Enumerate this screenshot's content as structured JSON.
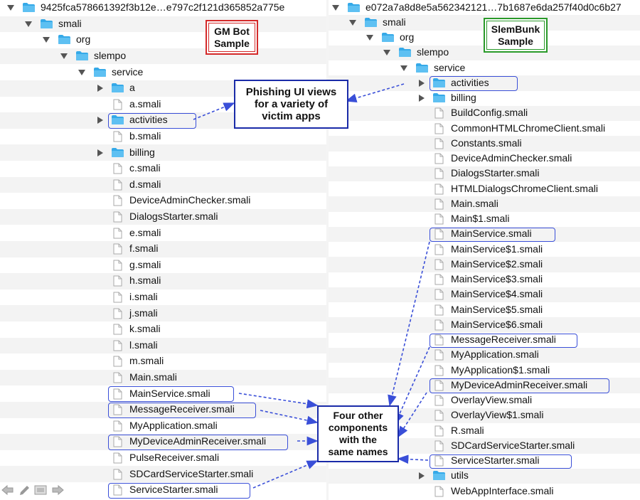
{
  "left_tree": {
    "rows": [
      {
        "label": "9425fca578661392f3b12e…e797c2f121d365852a775e",
        "type": "folder",
        "depth": 0,
        "state": "open"
      },
      {
        "label": "smali",
        "type": "folder",
        "depth": 1,
        "state": "open"
      },
      {
        "label": "org",
        "type": "folder",
        "depth": 2,
        "state": "open"
      },
      {
        "label": "slempo",
        "type": "folder",
        "depth": 3,
        "state": "open"
      },
      {
        "label": "service",
        "type": "folder",
        "depth": 4,
        "state": "open"
      },
      {
        "label": "a",
        "type": "folder",
        "depth": 5,
        "state": "closed"
      },
      {
        "label": "a.smali",
        "type": "file",
        "depth": 5
      },
      {
        "label": "activities",
        "type": "folder",
        "depth": 5,
        "state": "closed",
        "highlight": true
      },
      {
        "label": "b.smali",
        "type": "file",
        "depth": 5
      },
      {
        "label": "billing",
        "type": "folder",
        "depth": 5,
        "state": "closed"
      },
      {
        "label": "c.smali",
        "type": "file",
        "depth": 5
      },
      {
        "label": "d.smali",
        "type": "file",
        "depth": 5
      },
      {
        "label": "DeviceAdminChecker.smali",
        "type": "file",
        "depth": 5
      },
      {
        "label": "DialogsStarter.smali",
        "type": "file",
        "depth": 5
      },
      {
        "label": "e.smali",
        "type": "file",
        "depth": 5
      },
      {
        "label": "f.smali",
        "type": "file",
        "depth": 5
      },
      {
        "label": "g.smali",
        "type": "file",
        "depth": 5
      },
      {
        "label": "h.smali",
        "type": "file",
        "depth": 5
      },
      {
        "label": "i.smali",
        "type": "file",
        "depth": 5
      },
      {
        "label": "j.smali",
        "type": "file",
        "depth": 5
      },
      {
        "label": "k.smali",
        "type": "file",
        "depth": 5
      },
      {
        "label": "l.smali",
        "type": "file",
        "depth": 5
      },
      {
        "label": "m.smali",
        "type": "file",
        "depth": 5
      },
      {
        "label": "Main.smali",
        "type": "file",
        "depth": 5
      },
      {
        "label": "MainService.smali",
        "type": "file",
        "depth": 5,
        "highlight": true
      },
      {
        "label": "MessageReceiver.smali",
        "type": "file",
        "depth": 5,
        "highlight": true
      },
      {
        "label": "MyApplication.smali",
        "type": "file",
        "depth": 5
      },
      {
        "label": "MyDeviceAdminReceiver.smali",
        "type": "file",
        "depth": 5,
        "highlight": true
      },
      {
        "label": "PulseReceiver.smali",
        "type": "file",
        "depth": 5
      },
      {
        "label": "SDCardServiceStarter.smali",
        "type": "file",
        "depth": 5
      },
      {
        "label": "ServiceStarter.smali",
        "type": "file",
        "depth": 5,
        "highlight": true
      }
    ]
  },
  "right_tree": {
    "rows": [
      {
        "label": "e072a7a8d8e5a562342121…7b1687e6da257f40d0c6b27",
        "type": "folder",
        "depth": 0,
        "state": "open"
      },
      {
        "label": "smali",
        "type": "folder",
        "depth": 1,
        "state": "open"
      },
      {
        "label": "org",
        "type": "folder",
        "depth": 2,
        "state": "open"
      },
      {
        "label": "slempo",
        "type": "folder",
        "depth": 3,
        "state": "open"
      },
      {
        "label": "service",
        "type": "folder",
        "depth": 4,
        "state": "open"
      },
      {
        "label": "activities",
        "type": "folder",
        "depth": 5,
        "state": "closed",
        "highlight": true
      },
      {
        "label": "billing",
        "type": "folder",
        "depth": 5,
        "state": "closed"
      },
      {
        "label": "BuildConfig.smali",
        "type": "file",
        "depth": 5
      },
      {
        "label": "CommonHTMLChromeClient.smali",
        "type": "file",
        "depth": 5
      },
      {
        "label": "Constants.smali",
        "type": "file",
        "depth": 5
      },
      {
        "label": "DeviceAdminChecker.smali",
        "type": "file",
        "depth": 5
      },
      {
        "label": "DialogsStarter.smali",
        "type": "file",
        "depth": 5
      },
      {
        "label": "HTMLDialogsChromeClient.smali",
        "type": "file",
        "depth": 5
      },
      {
        "label": "Main.smali",
        "type": "file",
        "depth": 5
      },
      {
        "label": "Main$1.smali",
        "type": "file",
        "depth": 5
      },
      {
        "label": "MainService.smali",
        "type": "file",
        "depth": 5,
        "highlight": true
      },
      {
        "label": "MainService$1.smali",
        "type": "file",
        "depth": 5
      },
      {
        "label": "MainService$2.smali",
        "type": "file",
        "depth": 5
      },
      {
        "label": "MainService$3.smali",
        "type": "file",
        "depth": 5
      },
      {
        "label": "MainService$4.smali",
        "type": "file",
        "depth": 5
      },
      {
        "label": "MainService$5.smali",
        "type": "file",
        "depth": 5
      },
      {
        "label": "MainService$6.smali",
        "type": "file",
        "depth": 5
      },
      {
        "label": "MessageReceiver.smali",
        "type": "file",
        "depth": 5,
        "highlight": true
      },
      {
        "label": "MyApplication.smali",
        "type": "file",
        "depth": 5
      },
      {
        "label": "MyApplication$1.smali",
        "type": "file",
        "depth": 5
      },
      {
        "label": "MyDeviceAdminReceiver.smali",
        "type": "file",
        "depth": 5,
        "highlight": true
      },
      {
        "label": "OverlayView.smali",
        "type": "file",
        "depth": 5
      },
      {
        "label": "OverlayView$1.smali",
        "type": "file",
        "depth": 5
      },
      {
        "label": "R.smali",
        "type": "file",
        "depth": 5
      },
      {
        "label": "SDCardServiceStarter.smali",
        "type": "file",
        "depth": 5
      },
      {
        "label": "ServiceStarter.smali",
        "type": "file",
        "depth": 5,
        "highlight": true
      },
      {
        "label": "utils",
        "type": "folder",
        "depth": 5,
        "state": "closed"
      },
      {
        "label": "WebAppInterface.smali",
        "type": "file",
        "depth": 5
      }
    ]
  },
  "annotations": {
    "gmbot": "GM Bot\nSample",
    "slembunk": "SlemBunk\nSample",
    "phishing": "Phishing UI views\nfor a variety of\nvictim apps",
    "four_components": "Four other\ncomponents\nwith the\nsame names"
  },
  "colors": {
    "folder": "#35a9e8",
    "highlight": "#3a4fd8",
    "arrow": "#3a4fd8",
    "gmbot_border": "#d42a2a",
    "slembunk_border": "#2a9a2a",
    "callout_border": "#1a2ba8",
    "alt_row": "#f3f3f3"
  },
  "toolbar_icons": [
    "back-arrow-icon",
    "pencil-icon",
    "list-icon",
    "forward-arrow-icon"
  ]
}
